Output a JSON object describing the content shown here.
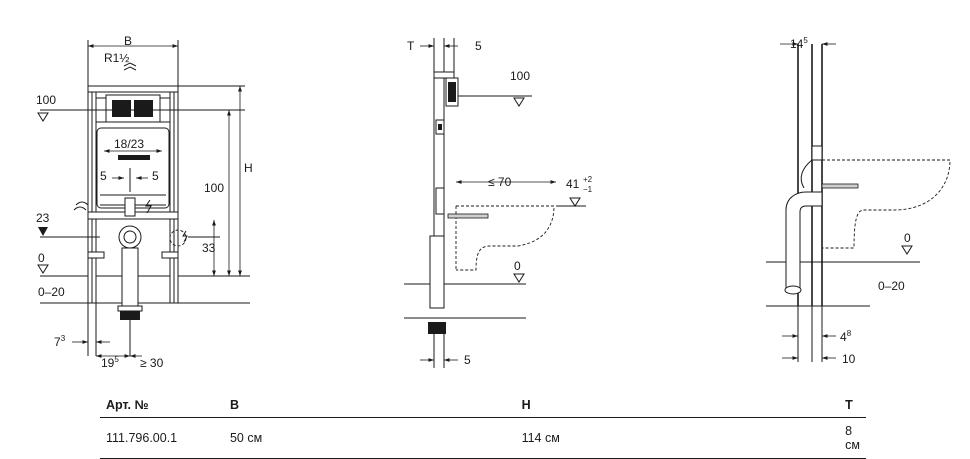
{
  "drawing": {
    "front_view": {
      "dim_width": "B",
      "pipe_thread": "R1½",
      "level_100": "100",
      "opening": "18/23",
      "spacing_left": "5",
      "spacing_right": "5",
      "level_23": "23",
      "level_0": "0",
      "range": "0–20",
      "height_100": "100",
      "height_h": "H",
      "height_33": "33",
      "bottom_7": "7",
      "bottom_7_sup": "3",
      "bottom_19": "19",
      "bottom_19_sup": "5",
      "bottom_30": "≥ 30"
    },
    "side_view": {
      "top_t": "T",
      "top_5": "5",
      "level_100": "100",
      "depth": "≤ 70",
      "level_41": "41",
      "tol_plus": "+2",
      "tol_minus": "−1",
      "level_0": "0",
      "bottom_5": "5"
    },
    "detail_view": {
      "top_14": "14",
      "top_14_sup": "5",
      "level_0": "0",
      "range": "0–20",
      "bottom_4": "4",
      "bottom_4_sup": "8",
      "bottom_10": "10"
    }
  },
  "spec_table": {
    "headers": [
      "Арт. №",
      "B",
      "H",
      "T"
    ],
    "rows": [
      [
        "111.796.00.1",
        "50 см",
        "114 см",
        "8 см"
      ]
    ]
  }
}
